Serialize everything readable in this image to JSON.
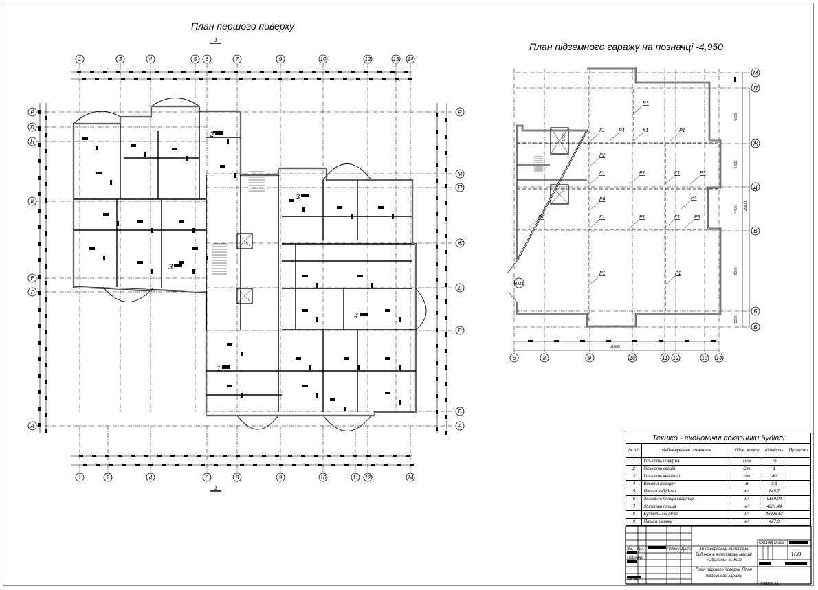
{
  "first_floor": {
    "title": "План першого поверху",
    "top_axes": [
      "1",
      "3",
      "4",
      "5",
      "6",
      "7",
      "9",
      "10",
      "12",
      "13",
      "14"
    ],
    "bottom_axes": [
      "1",
      "2",
      "4",
      "6",
      "8",
      "9",
      "10",
      "11",
      "12",
      "14"
    ],
    "left_axes": [
      "Р",
      "П",
      "Н",
      "К",
      "Е",
      "Г",
      "А"
    ],
    "right_axes": [
      "Р",
      "М",
      "П",
      "Ж",
      "Д",
      "В",
      "Б",
      "А"
    ],
    "section_mark": "1",
    "rooms": [
      "2",
      "3",
      "3",
      "4",
      "1"
    ]
  },
  "garage": {
    "title": "План підземного гаражу на позначці -4,950",
    "bottom_axes": [
      "6",
      "8",
      "9",
      "10",
      "11",
      "12",
      "13",
      "14"
    ],
    "right_axes": [
      "М",
      "П",
      "Ж",
      "Д",
      "В",
      "Б",
      "Б"
    ],
    "labels": [
      "Р3",
      "К1",
      "Р4",
      "К1",
      "Р1",
      "Р2",
      "К1",
      "Р1",
      "К1",
      "Р3",
      "Р4",
      "Р4",
      "К1",
      "Р1",
      "К1",
      "Р3",
      "Р1",
      "Р1",
      "Р1"
    ],
    "door_mark": "ВМ1",
    "dims": [
      "5600",
      "4400",
      "4400",
      "8200",
      "1200",
      "25600",
      "1400",
      "20660"
    ]
  },
  "indicators_table": {
    "title": "Техніко - економічні показники будівлі",
    "headers": [
      "№ п/п",
      "Найменування показників",
      "Один. виміру",
      "Кількість",
      "Примітки"
    ],
    "rows": [
      {
        "n": "1",
        "name": "Кількість поверхів",
        "unit": "Пов",
        "qty": "16"
      },
      {
        "n": "2",
        "name": "Кількість секцій",
        "unit": "Сек",
        "qty": "1"
      },
      {
        "n": "3",
        "name": "Кількість квартир",
        "unit": "шт",
        "qty": "80"
      },
      {
        "n": "4",
        "name": "Висота поверху",
        "unit": "м",
        "qty": "3,3"
      },
      {
        "n": "5",
        "name": "Площа забудови",
        "unit": "м²",
        "qty": "849,7"
      },
      {
        "n": "6",
        "name": "Загальна площа квартир",
        "unit": "м²",
        "qty": "9159,04"
      },
      {
        "n": "7",
        "name": "Житлова площа",
        "unit": "м²",
        "qty": "4201,44"
      },
      {
        "n": "8",
        "name": "Будівельний об'єм",
        "unit": "м³",
        "qty": "46393,62"
      },
      {
        "n": "9",
        "name": "Площа гаражу",
        "unit": "м²",
        "qty": "427,3"
      }
    ]
  },
  "title_block": {
    "zm": "Зм.",
    "ark": "Арк.",
    "pidpys": "Підпис",
    "data": "Дата",
    "perevir": "Перевір.",
    "zatv": "Затв.",
    "stadia": "Стадія",
    "masa": "Маса",
    "scale": "100",
    "project": "16 поверховий житловий будинок в житловому масиві «Оболонь» м. Київ",
    "sheet": "План першого поверху. План підземного гаражу",
    "format": "Формат А1"
  }
}
